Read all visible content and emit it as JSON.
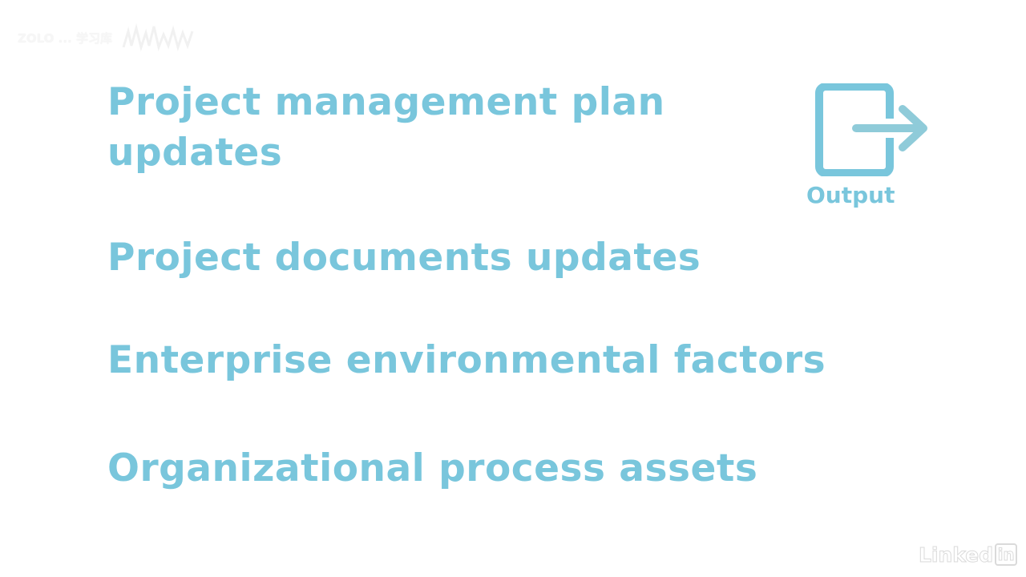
{
  "watermark": {
    "text": "ZOLO ... 学习库"
  },
  "items": [
    {
      "line1": "Project management plan",
      "line2": "updates"
    },
    {
      "line1": "Project documents updates"
    },
    {
      "line1": "Enterprise environmental factors"
    },
    {
      "line1": "Organizational process assets"
    }
  ],
  "output": {
    "label": "Output",
    "icon": "exit-arrow-icon"
  },
  "logo": {
    "text": "Linked",
    "box": "in"
  },
  "colors": {
    "accent": "#79c6dc",
    "arrow": "#8fcbd9",
    "background": "#ffffff"
  }
}
